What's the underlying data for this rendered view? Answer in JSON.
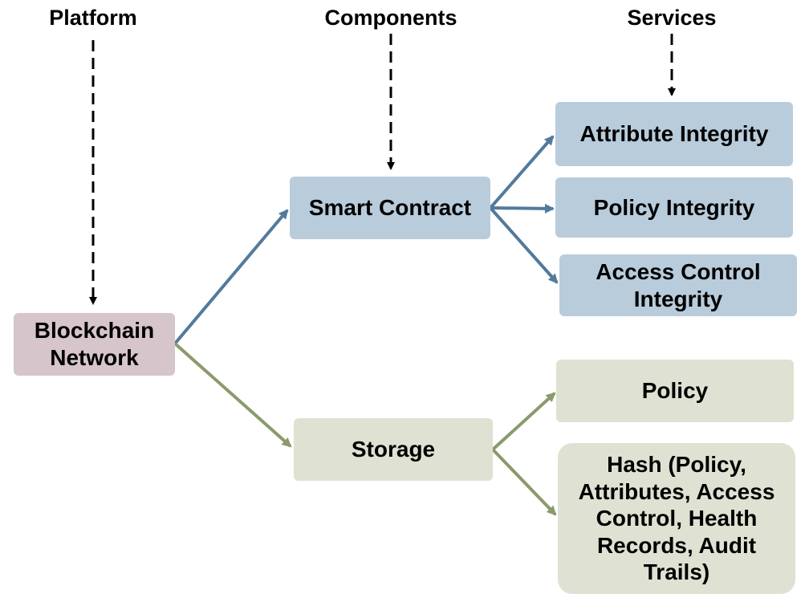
{
  "headings": {
    "platform": "Platform",
    "components": "Components",
    "services": "Services"
  },
  "platform": {
    "blockchain_network": "Blockchain\nNetwork"
  },
  "components": {
    "smart_contract": "Smart Contract",
    "storage": "Storage"
  },
  "services": {
    "attribute_integrity": "Attribute Integrity",
    "policy_integrity": "Policy Integrity",
    "access_control_integrity": "Access Control\nIntegrity",
    "policy": "Policy",
    "hash": "Hash (Policy,\nAttributes, Access\nControl, Health\nRecords, Audit Trails)"
  },
  "colors": {
    "blockchain_fill": "#d6c5ca",
    "smart_contract_fill": "#b9ccdb",
    "storage_fill": "#dfe1d2",
    "blue_connector": "#527a9c",
    "green_connector": "#8a9a6c",
    "dashed_arrow": "#000000"
  }
}
